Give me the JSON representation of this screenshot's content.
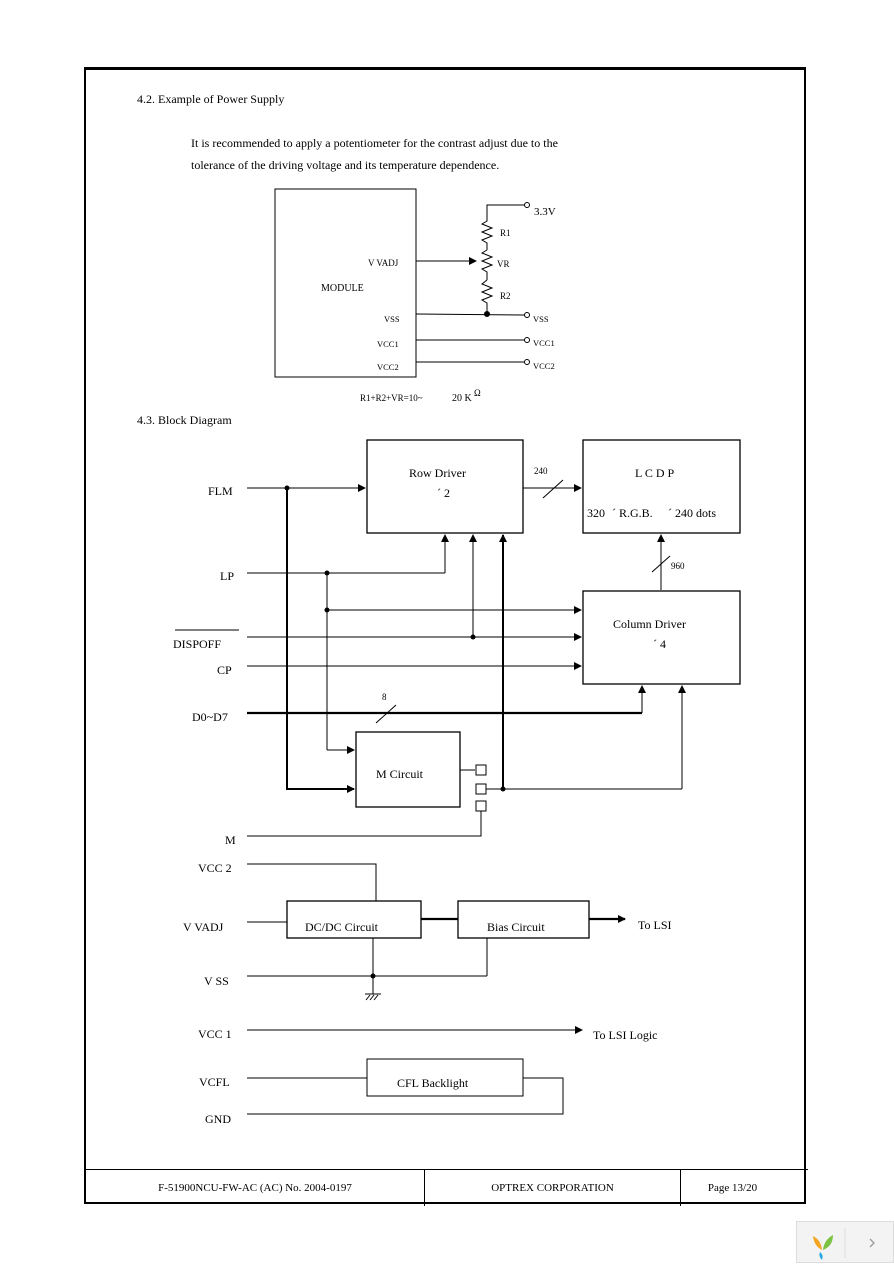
{
  "sections": {
    "power_supply_title": "4.2. Example of Power Supply",
    "power_supply_note_1": "It is recommended to apply a potentiometer for the contrast adjust due to the",
    "power_supply_note_2": "tolerance of the driving voltage and its temperature dependence.",
    "block_diagram_title": "4.3. Block Diagram"
  },
  "power_circuit": {
    "module_label": "MODULE",
    "pins": [
      "V VADJ",
      "VSS",
      "VCC1",
      "VCC2"
    ],
    "supply_label": "3.3V",
    "r1": "R1",
    "vr": "VR",
    "r2": "R2",
    "terminal_vss": "VSS",
    "terminal_vcc1": "VCC1",
    "terminal_vcc2": "VCC2",
    "resistance_formula": "R1+R2+VR=10~",
    "resistance_value": "20 K",
    "ohm_symbol": "Ω"
  },
  "block_diagram": {
    "inputs": {
      "flm": "FLM",
      "lp": "LP",
      "dispoff": "DISPOFF",
      "cp": "CP",
      "d0_d7": "D0~D7",
      "m": "M",
      "vcc2": "VCC 2",
      "vadj": "V VADJ",
      "vss": "V SS",
      "vcc1": "VCC 1",
      "vcfl": "VCFL",
      "gnd": "GND"
    },
    "blocks": {
      "row_driver": "Row Driver",
      "row_driver_count": "´ 2",
      "lcd_panel": "L C D P",
      "lcd_res_a": "320",
      "lcd_res_b": "´ R.G.B.",
      "lcd_res_c": "´ 240 dots",
      "column_driver": "Column Driver",
      "column_driver_count": "´ 4",
      "m_circuit": "M Circuit",
      "dcdc_circuit": "DC/DC Circuit",
      "bias_circuit": "Bias Circuit",
      "cfl_backlight": "CFL Backlight"
    },
    "bus_labels": {
      "row_bus": "240",
      "column_bus": "960",
      "data_bus": "8"
    },
    "outputs": {
      "to_lsi": "To LSI",
      "to_lsi_logic": "To LSI Logic"
    }
  },
  "footer": {
    "doc_number": "F-51900NCU-FW-AC (AC) No. 2004-0197",
    "company": "OPTREX CORPORATION",
    "page": "Page 13/20"
  }
}
